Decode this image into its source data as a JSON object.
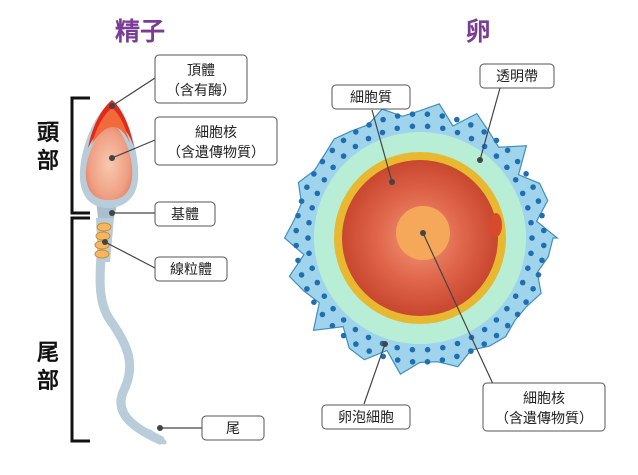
{
  "titles": {
    "sperm": "精子",
    "egg": "卵"
  },
  "colors": {
    "title": "#7a3d93",
    "line": "#444444",
    "bracket": "#111111"
  },
  "brackets": {
    "head": "頭部",
    "tail": "尾部"
  },
  "labels": {
    "acrosome": {
      "line1": "頂體",
      "line2": "（含有酶）"
    },
    "sperm_nucleus": {
      "line1": "細胞核",
      "line2": "（含遺傳物質）"
    },
    "basal_body": "基體",
    "mitochondria": "線粒體",
    "tail": "尾",
    "cytoplasm": "細胞質",
    "zona_pellucida": "透明帶",
    "egg_nucleus": {
      "line1": "細胞核",
      "line2": "（含遺傳物質）"
    },
    "follicle_cells": "卵泡細胞"
  }
}
